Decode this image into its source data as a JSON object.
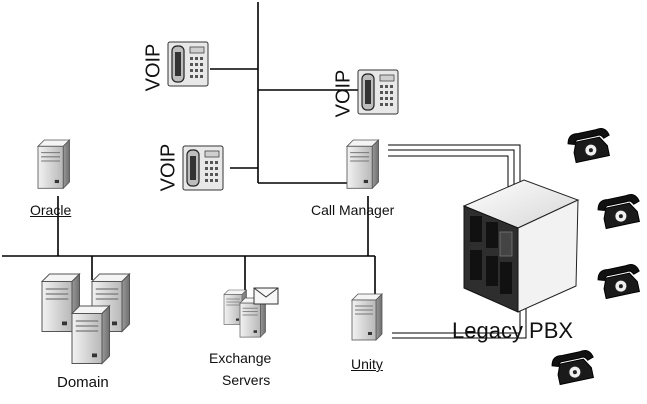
{
  "labels": {
    "voip_top": "VOIP",
    "voip_right": "VOIP",
    "voip_mid": "VOIP",
    "oracle": "Oracle",
    "call_manager": "Call Manager",
    "legacy_pbx": "Legacy PBX",
    "domain": "Domain",
    "exchange_line1": "Exchange",
    "exchange_line2": "Servers",
    "unity": "Unity"
  },
  "icons": {
    "server": "server-icon",
    "ip_phone": "ip-phone-icon",
    "analog_phone": "analog-phone-icon",
    "pbx": "pbx-cabinet-icon",
    "envelope": "envelope-icon"
  },
  "colors": {
    "line": "#000000",
    "server_light": "#d8d8d8",
    "server_dark": "#8c8c8c",
    "phone_body": "#cfcfcf",
    "pbx_face": "#e6e6e6",
    "pbx_side": "#3a3a3a"
  }
}
